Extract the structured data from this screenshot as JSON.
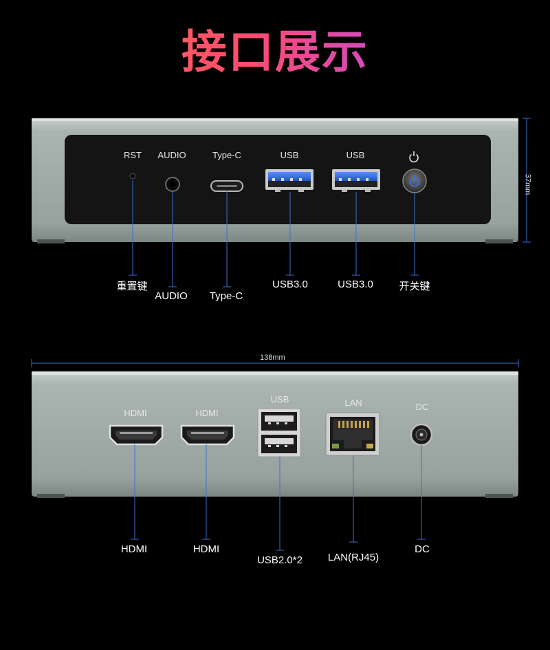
{
  "title": "接口展示",
  "front_panel": {
    "ports": [
      {
        "top": "RST",
        "bottom": "重置键"
      },
      {
        "top": "AUDIO",
        "bottom": "AUDIO"
      },
      {
        "top": "Type-C",
        "bottom": "Type-C"
      },
      {
        "top": "USB",
        "bottom": "USB3.0"
      },
      {
        "top": "USB",
        "bottom": "USB3.0"
      },
      {
        "top": "",
        "bottom": "开关键"
      }
    ],
    "height_dimension": "37mm"
  },
  "back_panel": {
    "width_dimension": "138mm",
    "ports": [
      {
        "top": "HDMI",
        "bottom": "HDMI"
      },
      {
        "top": "HDMI",
        "bottom": "HDMI"
      },
      {
        "top": "USB",
        "bottom": "USB2.0*2"
      },
      {
        "top": "LAN",
        "bottom": "LAN(RJ45)"
      },
      {
        "top": "DC",
        "bottom": "DC"
      }
    ]
  },
  "colors": {
    "chassis": "#a7b1ae",
    "panel": "#141414",
    "usb_blue": "#2f6fe0",
    "leader_line": "#3a6fd1"
  }
}
